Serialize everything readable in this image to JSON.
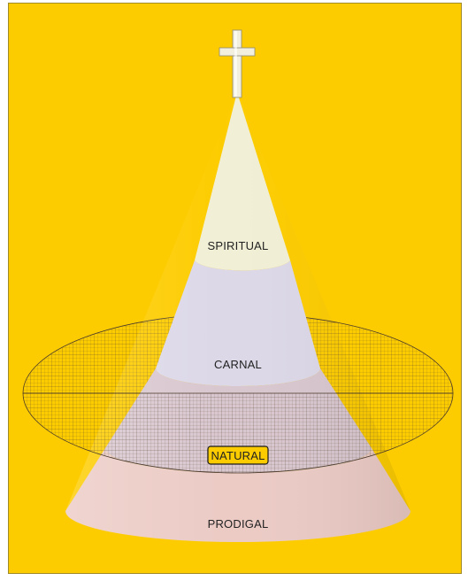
{
  "diagram": {
    "levels": [
      {
        "key": "spiritual",
        "label": "SPIRITUAL",
        "color": "#f1efd5"
      },
      {
        "key": "carnal",
        "label": "CARNAL",
        "color": "#dcd8e8"
      },
      {
        "key": "natural",
        "label": "NATURAL",
        "color": "#d9c7cf",
        "highlight": "#fdcc00"
      },
      {
        "key": "prodigal",
        "label": "PRODIGAL",
        "color": "#eccbc5"
      }
    ],
    "colors": {
      "background": "#fdcc00",
      "cross": "#f2efde",
      "plane_grid": "#5b4a35"
    },
    "icons": [
      "cross-icon"
    ]
  }
}
